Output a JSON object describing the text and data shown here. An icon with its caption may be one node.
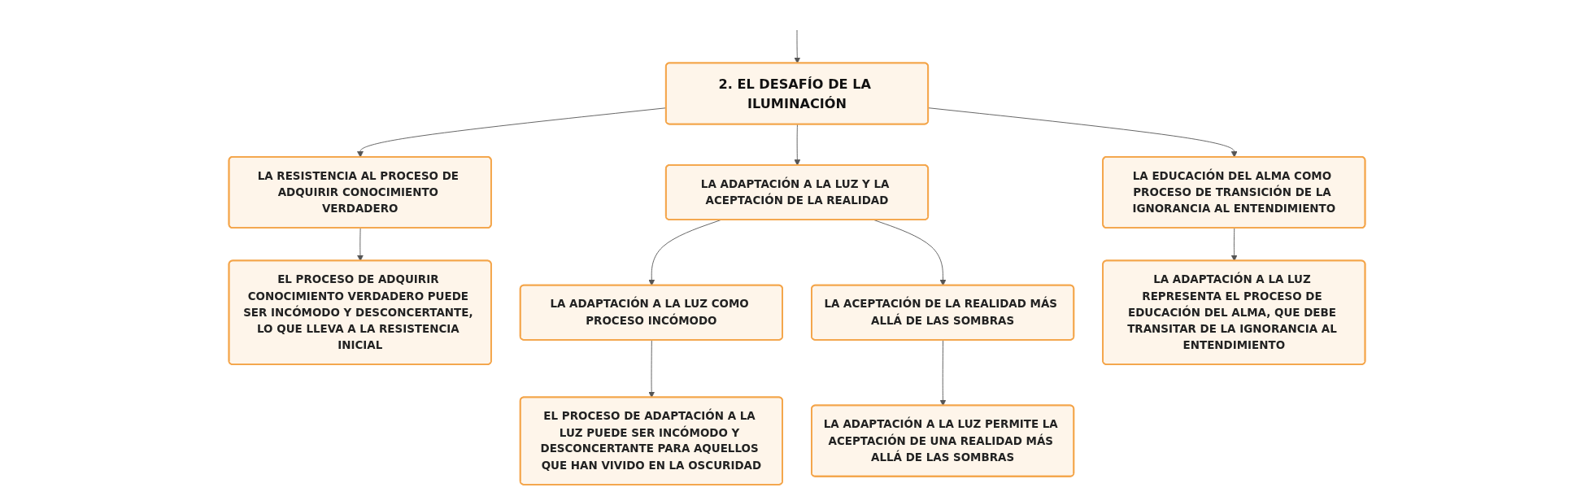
{
  "diagram": {
    "nodes": [
      {
        "text": [
          "2. EL DESAFÍO DE LA ILUMINACIÓN"
        ]
      },
      {
        "text": [
          "LA RESISTENCIA AL PROCESO DE ADQUIRIR CONOCIMIENTO VERDADERO"
        ]
      },
      {
        "text": [
          "LA ADAPTACIÓN A LA LUZ Y LA ACEPTACIÓN DE LA REALIDAD"
        ]
      },
      {
        "text": [
          "LA EDUCACIÓN DEL ALMA COMO PROCESO DE TRANSICIÓN DE LA IGNORANCIA AL ENTENDIMIENTO"
        ]
      },
      {
        "text": [
          "EL PROCESO DE ADQUIRIR CONOCIMIENTO VERDADERO PUEDE SER INCÓMODO Y DESCONCERTANTE, LO QUE LLEVA A LA RESISTENCIA INICIAL"
        ]
      },
      {
        "text": [
          "LA ADAPTACIÓN A LA LUZ COMO PROCESO INCÓMODO"
        ]
      },
      {
        "text": [
          "LA ACEPTACIÓN DE LA REALIDAD MÁS ALLÁ DE LAS SOMBRAS"
        ]
      },
      {
        "text": [
          "EL PROCESO DE ADAPTACIÓN A LA LUZ PUEDE SER INCÓMODO Y DESCONCERTANTE PARA AQUELLOS QUE HAN VIVIDO EN LA OSCURIDAD"
        ]
      },
      {
        "text": [
          "LA ADAPTACIÓN A LA LUZ PERMITE LA ACEPTACIÓN DE UNA REALIDAD MÁS ALLÁ DE LAS SOMBRAS"
        ]
      },
      {
        "text": [
          "LA ADAPTACIÓN A LA LUZ REPRESENTA EL PROCESO DE EDUCACIÓN DEL ALMA, QUE DEBE TRANSITAR DE LA IGNORANCIA AL ENTENDIMIENTO"
        ]
      }
    ],
    "edges": [
      {
        "from": null,
        "to": 0,
        "arrow": "to"
      },
      {
        "from": 0,
        "to": 1,
        "arrow": "to"
      },
      {
        "from": 0,
        "to": 2,
        "arrow": "to"
      },
      {
        "from": 0,
        "to": 3,
        "arrow": "to"
      },
      {
        "from": 1,
        "to": 4,
        "arrow": "to"
      },
      {
        "from": 2,
        "to": 5,
        "arrow": "to"
      },
      {
        "from": 2,
        "to": 6,
        "arrow": "to"
      },
      {
        "from": 5,
        "to": 7,
        "arrow": "to"
      },
      {
        "from": 6,
        "to": 8,
        "arrow": "to"
      },
      {
        "from": 3,
        "to": 9,
        "arrow": "to"
      }
    ]
  }
}
